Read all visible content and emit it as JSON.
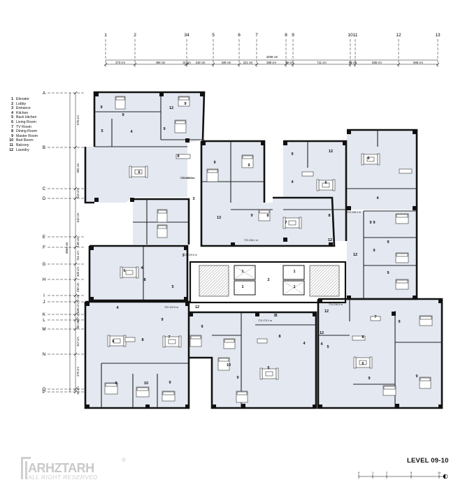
{
  "grid_columns": {
    "labels": [
      "1",
      "2",
      "34",
      "5",
      "6",
      "7",
      "8",
      "9",
      "10",
      "11",
      "12",
      "13"
    ],
    "spacings": [
      "373 cm",
      "456 cm",
      "31 cm",
      "319 cm",
      "346 cm",
      "221 cm",
      "388 cm",
      "99 cm",
      "711 cm",
      "69 cm",
      "555 cm",
      "565 cm"
    ],
    "total": "4259 cm"
  },
  "grid_rows": {
    "labels": [
      "A",
      "B",
      "C",
      "D",
      "E",
      "F",
      "G",
      "H",
      "I",
      "J",
      "K",
      "L",
      "M",
      "N",
      "O",
      "P"
    ],
    "spacings": [
      "676 cm",
      "560 cm",
      "110 cm",
      "510 cm",
      "138 cm",
      "211 cm",
      "300 cm",
      "230 cm",
      "70 cm",
      "180 cm",
      "127 cm",
      "68 cm",
      "317 cm",
      "470 cm",
      "32 cm"
    ],
    "total": "3984 cm"
  },
  "legend": [
    {
      "num": "1",
      "label": "Elevator"
    },
    {
      "num": "2",
      "label": "Lobby"
    },
    {
      "num": "3",
      "label": "Entrance"
    },
    {
      "num": "4",
      "label": "Kitchen"
    },
    {
      "num": "5",
      "label": "Back kitchen"
    },
    {
      "num": "6",
      "label": "Living Room"
    },
    {
      "num": "7",
      "label": "TV Room"
    },
    {
      "num": "8",
      "label": "Dining Room"
    },
    {
      "num": "9",
      "label": "Master Room"
    },
    {
      "num": "10",
      "label": "Bed Room"
    },
    {
      "num": "11",
      "label": "Balcony"
    },
    {
      "num": "12",
      "label": "Laundry"
    }
  ],
  "level_title": "LEVEL 09-10",
  "logo": {
    "word": "ARHZTARH",
    "sub": "ALL RIGHT RESERVED",
    "mark": "®"
  },
  "scale_labels": [
    "0",
    "1",
    "2",
    "5",
    "10"
  ],
  "elevations": [
    "0.196.5 m",
    "0.196.5 m",
    "0.106.1 m",
    "0.129.6 m",
    "0.120.5 m",
    "0.136.1 m",
    "0.173.1 m",
    "0.216.5 m"
  ],
  "room_numbers": {
    "unit_a": [
      "9",
      "12",
      "9",
      "9",
      "4",
      "5",
      "6",
      "9",
      "8"
    ],
    "unit_b": [
      "9",
      "9",
      "8",
      "7",
      "13",
      "12",
      "9"
    ],
    "unit_c": [
      "4",
      "6",
      "8",
      "9",
      "12"
    ],
    "unit_d": [
      "6",
      "4",
      "9",
      "9",
      "9",
      "12"
    ],
    "unit_e": [
      "9",
      "9",
      "6",
      "4",
      "8",
      "5"
    ],
    "unit_f": [
      "4",
      "6",
      "8",
      "7",
      "9",
      "10",
      "9",
      "9"
    ],
    "unit_g": [
      "12",
      "3",
      "9",
      "8",
      "10",
      "6",
      "9",
      "4"
    ],
    "unit_h": [
      "12",
      "7",
      "9",
      "8",
      "6",
      "9",
      "9",
      "4",
      "5",
      "12"
    ],
    "core": [
      "1",
      "1",
      "2",
      "1",
      "1"
    ],
    "misc": [
      "3",
      "3",
      "3"
    ]
  }
}
